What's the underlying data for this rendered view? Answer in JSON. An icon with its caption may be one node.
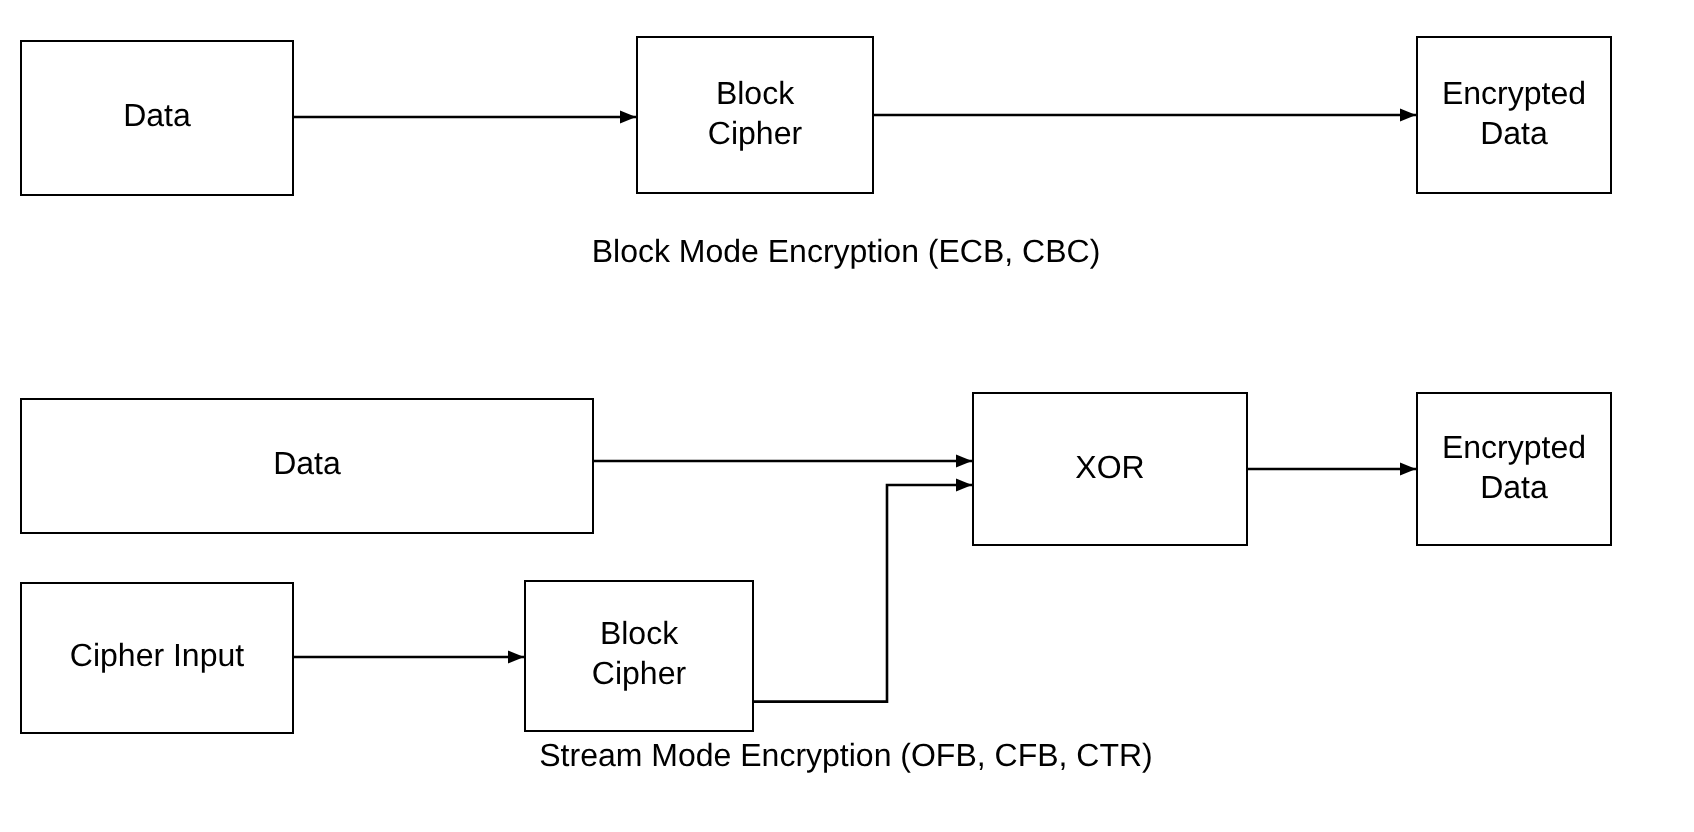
{
  "diagram": {
    "nodes": [
      {
        "text": [
          "Data"
        ]
      },
      {
        "text": [
          "Block Cipher"
        ]
      },
      {
        "text": [
          "Encrypted Data"
        ]
      },
      {
        "text": [
          "Data"
        ]
      },
      {
        "text": [
          "XOR"
        ]
      },
      {
        "text": [
          "Encrypted Data"
        ]
      },
      {
        "text": [
          "Cipher Input"
        ]
      },
      {
        "text": [
          "Block Cipher"
        ]
      }
    ],
    "edges": [
      {
        "from": 0,
        "to": 1,
        "arrow": "to"
      },
      {
        "from": 1,
        "to": 2,
        "arrow": "to"
      },
      {
        "from": 3,
        "to": 4,
        "arrow": "to"
      },
      {
        "from": 4,
        "to": 5,
        "arrow": "to"
      },
      {
        "from": 6,
        "to": 7,
        "arrow": "to"
      },
      {
        "from": 7,
        "to": 4,
        "arrow": "to"
      }
    ],
    "labels": [
      "Block Mode Encryption (ECB, CBC)",
      "Stream Mode Encryption (OFB, CFB, CTR)"
    ]
  }
}
